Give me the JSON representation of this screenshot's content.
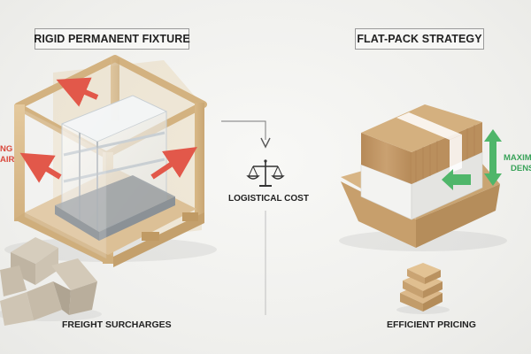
{
  "left_panel": {
    "title": "RIGID PERMANENT FIXTURE",
    "caption": "FREIGHT SURCHARGES",
    "side_text_line1": "NG",
    "side_text_line2": "AIR"
  },
  "center": {
    "label": "LOGISTICAL COST",
    "icon": "scale-icon"
  },
  "right_panel": {
    "title": "FLAT-PACK STRATEGY",
    "caption": "EFFICIENT PRICING",
    "side_text_line1": "MAXIMI",
    "side_text_line2": "DENSI"
  },
  "colors": {
    "arrow_red": "#e2584a",
    "arrow_green": "#4fb66a",
    "wood": "#dcbf92",
    "cardboard": "#c49a68",
    "kraft_grey": "#c9bfae"
  }
}
